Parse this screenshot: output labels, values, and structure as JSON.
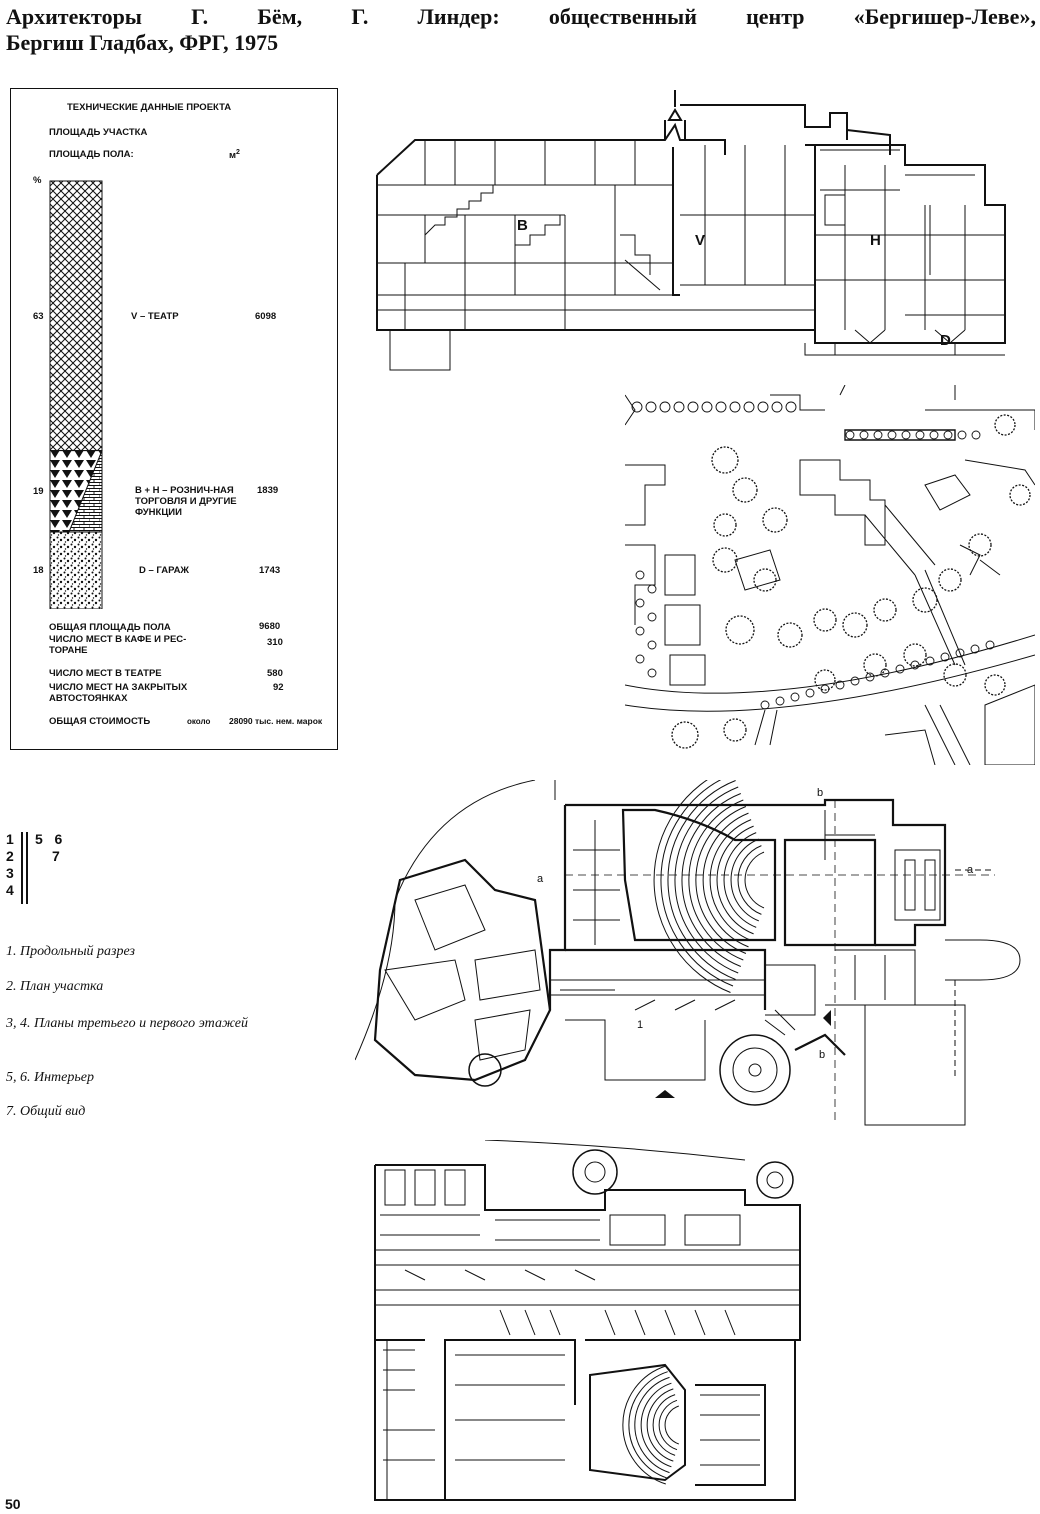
{
  "title": {
    "line1_words": [
      "Архитекторы",
      "Г.",
      "Бём,",
      "Г.",
      "Линдер:",
      "общественный",
      "центр",
      "«Бергишер-Леве»,"
    ],
    "line2": "Бергиш Гладбах, ФРГ, 1975"
  },
  "tech": {
    "heading": "ТЕХНИЧЕСКИЕ ДАННЫЕ ПРОЕКТА",
    "site_area": "ПЛОЩАДЬ УЧАСТКА",
    "floor_area": "ПЛОЩАДЬ ПОЛА:",
    "unit": "м",
    "unit_sup": "2",
    "percent_sign": "%",
    "segments": [
      {
        "percent": "63",
        "label": "V – ТЕАТР",
        "value": "6098",
        "fraction": 0.63
      },
      {
        "percent": "19",
        "label": "B + H – РОЗНИЧ-НАЯ ТОРГОВЛЯ И ДРУГИЕ ФУНКЦИИ",
        "value": "1839",
        "fraction": 0.19
      },
      {
        "percent": "18",
        "label": "D – ГАРАЖ",
        "value": "1743",
        "fraction": 0.18
      }
    ],
    "totals": [
      {
        "label": "ОБЩАЯ ПЛОЩАДЬ ПОЛА",
        "value": "9680"
      },
      {
        "label": "ЧИСЛО МЕСТ В КАФЕ И РЕС-ТОРАНЕ",
        "value": "310"
      },
      {
        "label": "ЧИСЛО МЕСТ В ТЕАТРЕ",
        "value": "580"
      },
      {
        "label": "ЧИСЛО МЕСТ НА ЗАКРЫТЫХ АВТОСТОЯНКАХ",
        "value": "92"
      }
    ],
    "cost_label": "ОБЩАЯ СТОИМОСТЬ",
    "cost_about": "около",
    "cost_value": "28090 тыс. нем. марок"
  },
  "figure_key": {
    "left": [
      "1",
      "2",
      "3",
      "4"
    ],
    "right_row1": "5   6",
    "right_row2": "7"
  },
  "captions": [
    "1. Продольный разрез",
    "2. План участка",
    "3, 4. Планы третьего и первого этажей",
    "5, 6. Интерьер",
    "7. Общий вид"
  ],
  "section_labels": {
    "b": "B",
    "v": "V",
    "h": "H",
    "d": "D"
  },
  "plan_labels": {
    "a_left": "a",
    "a_right": "a",
    "b_top": "b",
    "b_bottom": "b",
    "room": "1"
  },
  "page_number": "50"
}
